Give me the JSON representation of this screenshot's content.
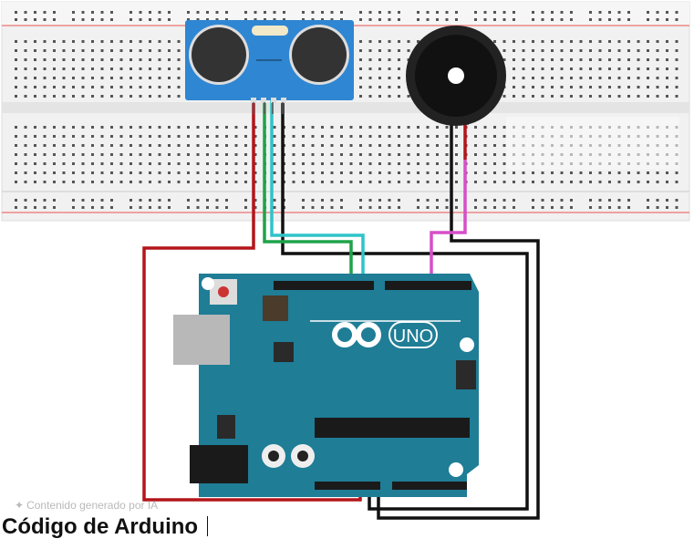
{
  "diagram": {
    "components": [
      "breadboard",
      "ultrasonic-sensor",
      "buzzer",
      "arduino-uno"
    ],
    "board_logo_text": "UNO",
    "wire_colors": {
      "power": "#b3151a",
      "trig": "#1fa34a",
      "echo": "#2ec4c8",
      "ground": "#111111",
      "buzzer_signal": "#d64fc8"
    },
    "board_color": "#1f7d96",
    "sensor_color": "#2f86d2"
  },
  "watermark": {
    "icon": "sparkle-icon",
    "text": "Contenido generado por IA"
  },
  "heading": {
    "text": "Código de Arduino"
  }
}
